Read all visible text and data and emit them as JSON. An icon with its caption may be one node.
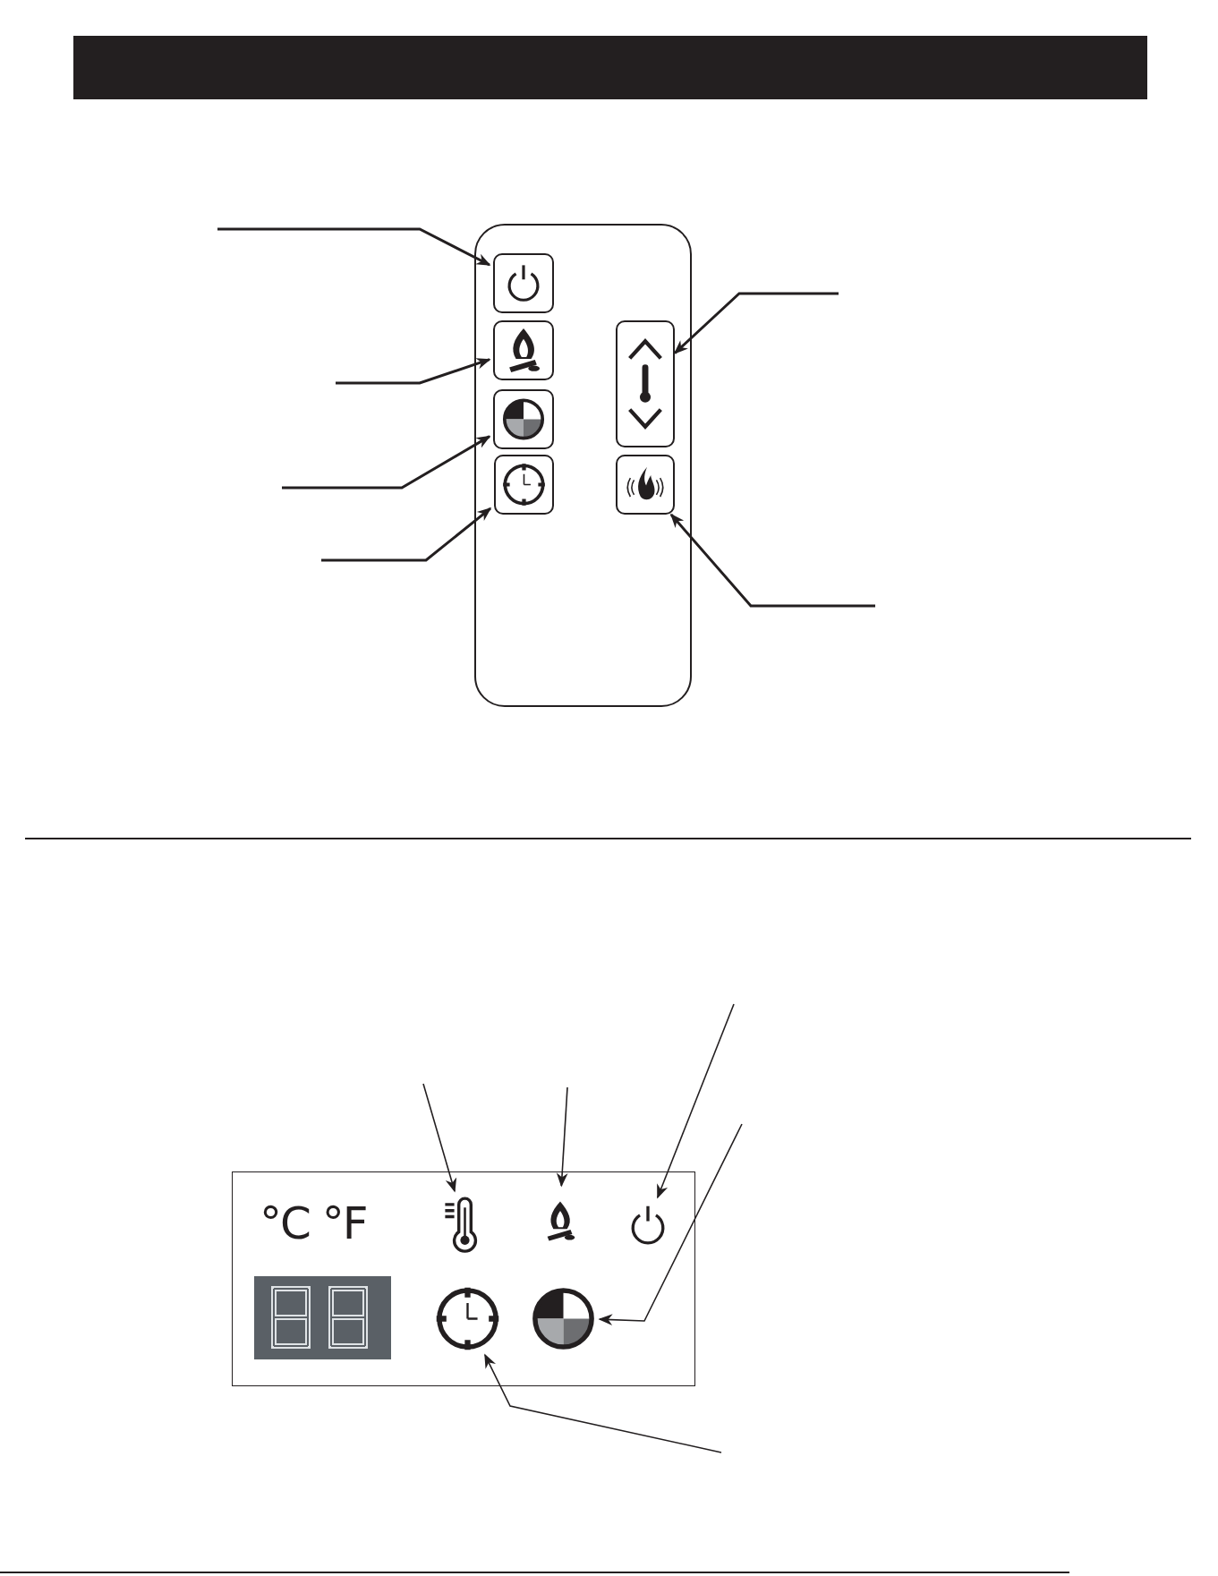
{
  "diagram": {
    "nodes": [
      {
        "text": [],
        "shape": "box"
      },
      {
        "text": [],
        "shape": "box",
        "in": 0
      },
      {
        "text": [],
        "shape": "box",
        "in": 0
      },
      {
        "text": [],
        "shape": "box",
        "in": 0
      },
      {
        "text": [],
        "shape": "box",
        "in": 0
      },
      {
        "text": [],
        "shape": "box",
        "in": 0
      },
      {
        "text": [],
        "shape": "box",
        "in": 0
      },
      {
        "text": [
          "°C °F"
        ]
      },
      {
        "text": [],
        "shape": "picture",
        "in": 7
      },
      {
        "text": [],
        "shape": "picture",
        "in": 7
      },
      {
        "text": [],
        "shape": "picture",
        "in": 7
      },
      {
        "text": [],
        "shape": "picture",
        "in": 7
      },
      {
        "text": [],
        "shape": "picture",
        "in": 7
      }
    ],
    "edges": [
      {
        "from": null,
        "to": 1,
        "arrow": "to"
      },
      {
        "from": null,
        "to": 2,
        "arrow": "to"
      },
      {
        "from": null,
        "to": 3,
        "arrow": "to"
      },
      {
        "from": null,
        "to": 4,
        "arrow": "to"
      },
      {
        "from": null,
        "to": 5,
        "arrow": "to"
      },
      {
        "from": null,
        "to": 6,
        "arrow": "to"
      },
      {
        "from": null,
        "to": 8,
        "arrow": "to"
      },
      {
        "from": null,
        "to": 9,
        "arrow": "to"
      },
      {
        "from": null,
        "to": 10,
        "arrow": "to"
      },
      {
        "from": null,
        "to": 12,
        "arrow": "to"
      },
      {
        "from": null,
        "to": 11,
        "arrow": "to"
      }
    ]
  }
}
